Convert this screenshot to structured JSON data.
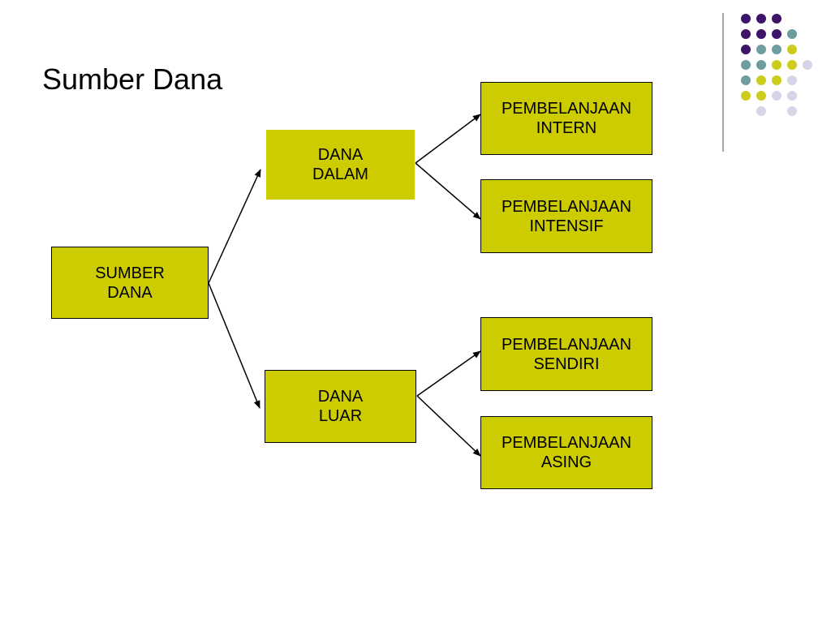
{
  "title": "Sumber Dana",
  "colors": {
    "box_fill": "#cccc00",
    "dot_purple": "#3d1467",
    "dot_teal": "#6f9c9c",
    "dot_olive": "#cccc1c",
    "dot_lavender": "#d5d5e8",
    "rule_gray": "#888888"
  },
  "nodes": {
    "root": "SUMBER\nDANA",
    "dana_dalam": "DANA\nDALAM",
    "dana_luar": "DANA\nLUAR",
    "intern": "PEMBELANJAAN\nINTERN",
    "intensif": "PEMBELANJAAN\nINTENSIF",
    "sendiri": "PEMBELANJAAN\nSENDIRI",
    "asing": "PEMBELANJAAN\nASING"
  },
  "edges": [
    [
      "root",
      "dana_dalam"
    ],
    [
      "root",
      "dana_luar"
    ],
    [
      "dana_dalam",
      "intern"
    ],
    [
      "dana_dalam",
      "intensif"
    ],
    [
      "dana_luar",
      "sendiri"
    ],
    [
      "dana_luar",
      "asing"
    ]
  ]
}
